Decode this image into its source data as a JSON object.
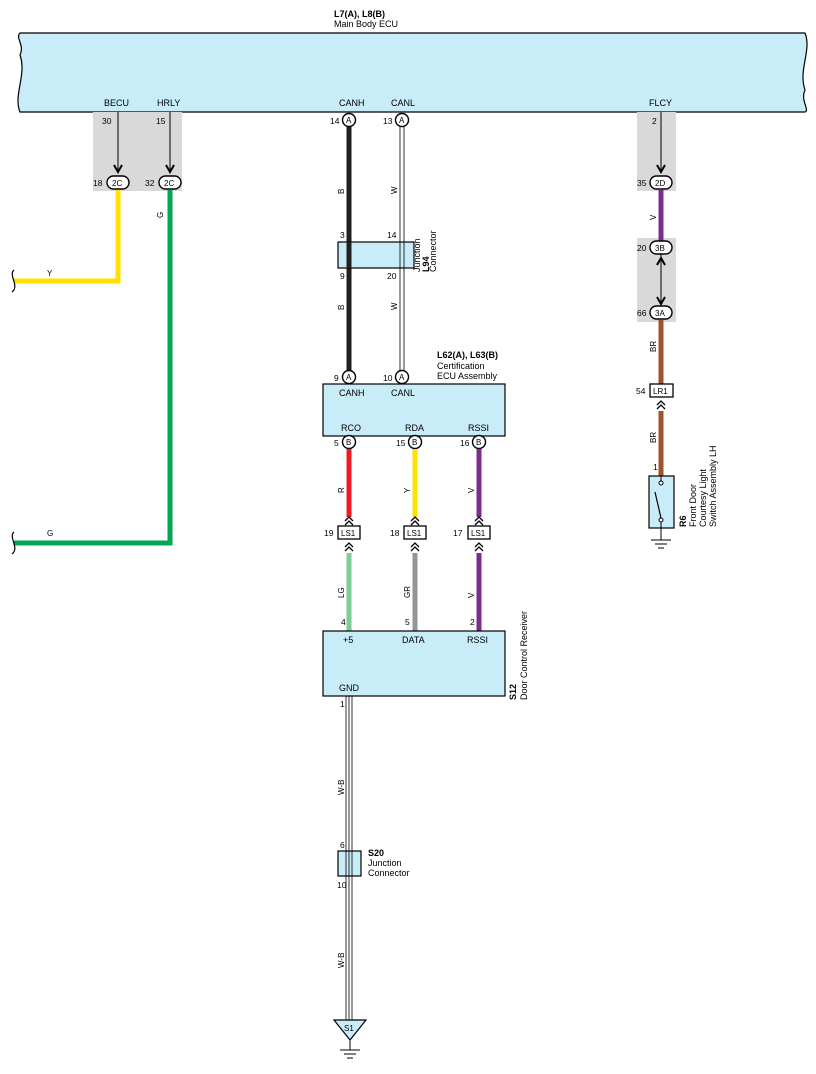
{
  "main_ecu": {
    "code": "L7(A), L8(B)",
    "name": "Main Body ECU"
  },
  "main_terms": {
    "becu": "BECU",
    "hrly": "HRLY",
    "canh": "CANH",
    "canl": "CANL",
    "flcy": "FLCY"
  },
  "main_pins": {
    "becu": "30",
    "hrly": "15",
    "canh": "14",
    "canl": "13",
    "flcy": "2"
  },
  "conn_2c_a": {
    "pin": "18",
    "code": "2C"
  },
  "conn_2c_b": {
    "pin": "32",
    "code": "2C"
  },
  "conn_2d": {
    "pin": "35",
    "code": "2D"
  },
  "conn_3b": {
    "pin": "20",
    "code": "3B"
  },
  "conn_3a": {
    "pin": "66",
    "code": "3A"
  },
  "conn_lr1": {
    "pin": "54",
    "code": "LR1"
  },
  "conn_a": "A",
  "conn_b": "B",
  "wires": {
    "y_left": "Y",
    "g_vert": "G",
    "g_left": "G",
    "canh_top": "B",
    "canl_top": "W",
    "canh_bot": "B",
    "canl_bot": "W",
    "flcy_v": "V",
    "br_1": "BR",
    "br_2": "BR",
    "rco": "R",
    "rda": "Y",
    "rssi": "V",
    "lg": "LG",
    "gr": "GR",
    "v2": "V",
    "wb_1": "W-B",
    "wb_2": "W-B"
  },
  "colors": {
    "yellow": "#ffe000",
    "green": "#00a651",
    "black": "#231f20",
    "purple": "#7b2d8e",
    "brown": "#a0522d",
    "red": "#ed1c24",
    "light_green": "#7fcc99",
    "gray": "#939598",
    "component_fill": "#c8ecf8",
    "shade": "#d9d9da"
  },
  "l94": {
    "code": "L94",
    "name1": "Junction",
    "name2": "Connector",
    "pin_tl": "3",
    "pin_tr": "14",
    "pin_bl": "9",
    "pin_br": "20"
  },
  "cert": {
    "code": "L62(A), L63(B)",
    "name1": "Certification",
    "name2": "ECU Assembly",
    "pin_canh": "9",
    "pin_canl": "10",
    "term_canh": "CANH",
    "term_canl": "CANL",
    "term_rco": "RCO",
    "term_rda": "RDA",
    "term_rssi": "RSSI",
    "pin_rco": "5",
    "pin_rda": "15",
    "pin_rssi": "16"
  },
  "ls1": {
    "code": "LS1",
    "pin_a": "19",
    "pin_b": "18",
    "pin_c": "17"
  },
  "receiver": {
    "code": "S12",
    "name": "Door Control Receiver",
    "term_5": "+5",
    "term_data": "DATA",
    "term_rssi": "RSSI",
    "term_gnd": "GND",
    "pin_5": "4",
    "pin_data": "5",
    "pin_rssi": "2",
    "pin_gnd": "1"
  },
  "r6": {
    "code": "R6",
    "name1": "Front Door",
    "name2": "Courtesy Light",
    "name3": "Switch Assembly LH",
    "pin": "1"
  },
  "s20": {
    "code": "S20",
    "name1": "Junction",
    "name2": "Connector",
    "pin_top": "6",
    "pin_bot": "10"
  },
  "ground": {
    "code": "S1"
  }
}
